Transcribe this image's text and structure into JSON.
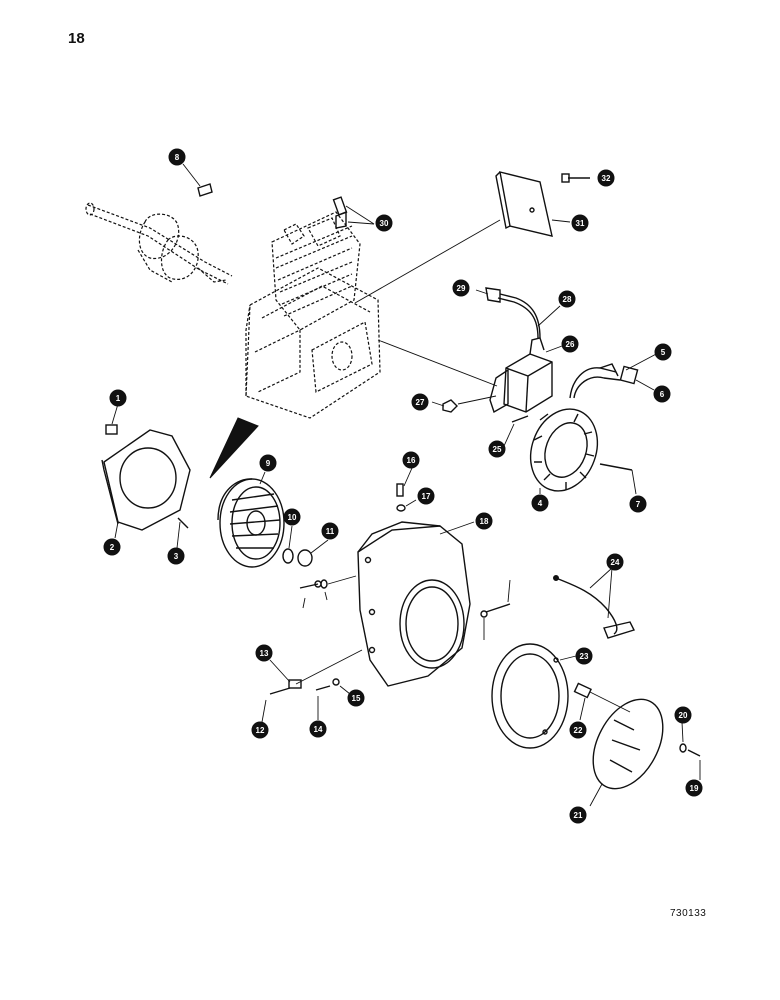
{
  "page_number": "18",
  "figure_number": "730133",
  "callouts": [
    "1",
    "2",
    "3",
    "4",
    "5",
    "6",
    "7",
    "8",
    "9",
    "10",
    "11",
    "12",
    "13",
    "14",
    "15",
    "16",
    "17",
    "18",
    "19",
    "20",
    "21",
    "22",
    "23",
    "24",
    "25",
    "26",
    "27",
    "28",
    "29",
    "30",
    "31",
    "32"
  ],
  "colors": {
    "ink": "#111111",
    "paper": "#ffffff"
  }
}
